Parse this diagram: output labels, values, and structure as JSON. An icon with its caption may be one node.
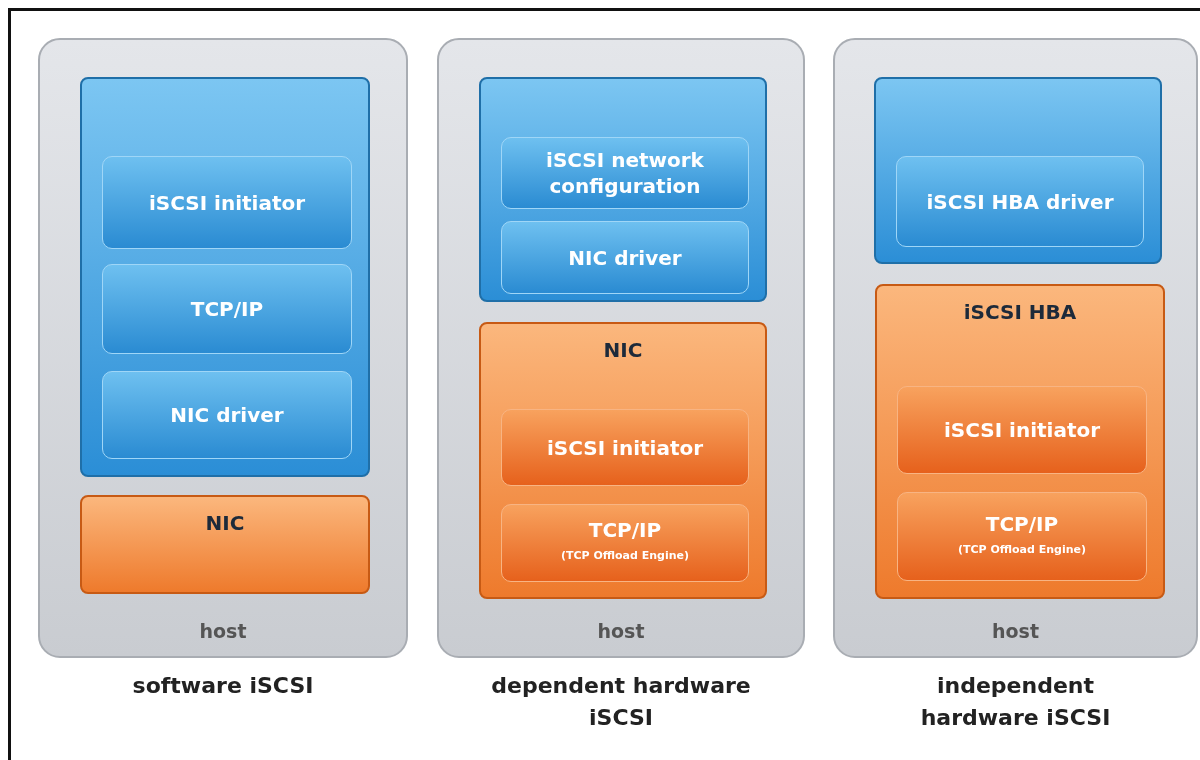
{
  "diagram": {
    "nodes": [
      {
        "text": [
          "host"
        ],
        "beside": [
          "software iSCSI"
        ]
      },
      {
        "text": [],
        "shape": "box",
        "in": 0
      },
      {
        "text": [
          "iSCSI initiator"
        ],
        "in": 1
      },
      {
        "text": [
          "TCP/IP"
        ],
        "in": 1
      },
      {
        "text": [
          "NIC driver"
        ],
        "in": 1
      },
      {
        "text": [
          "NIC"
        ],
        "in": 0
      },
      {
        "text": [
          "host"
        ],
        "beside": [
          "dependent hardware iSCSI"
        ]
      },
      {
        "text": [],
        "shape": "box",
        "in": 6
      },
      {
        "text": [
          "iSCSI network configuration"
        ],
        "in": 7
      },
      {
        "text": [
          "NIC driver"
        ],
        "in": 7
      },
      {
        "text": [
          "NIC"
        ],
        "in": 6
      },
      {
        "text": [
          "iSCSI initiator"
        ],
        "in": 10
      },
      {
        "text": [
          "TCP/IP",
          "(TCP Offload Engine)"
        ],
        "in": 10
      },
      {
        "text": [
          "host"
        ],
        "beside": [
          "independent hardware iSCSI"
        ]
      },
      {
        "text": [],
        "shape": "box",
        "in": 13
      },
      {
        "text": [
          "iSCSI HBA driver"
        ],
        "in": 14
      },
      {
        "text": [
          "iSCSI HBA"
        ],
        "in": 13
      },
      {
        "text": [
          "iSCSI initiator"
        ],
        "in": 16
      },
      {
        "text": [
          "TCP/IP",
          "(TCP Offload Engine)"
        ],
        "in": 16
      }
    ]
  }
}
